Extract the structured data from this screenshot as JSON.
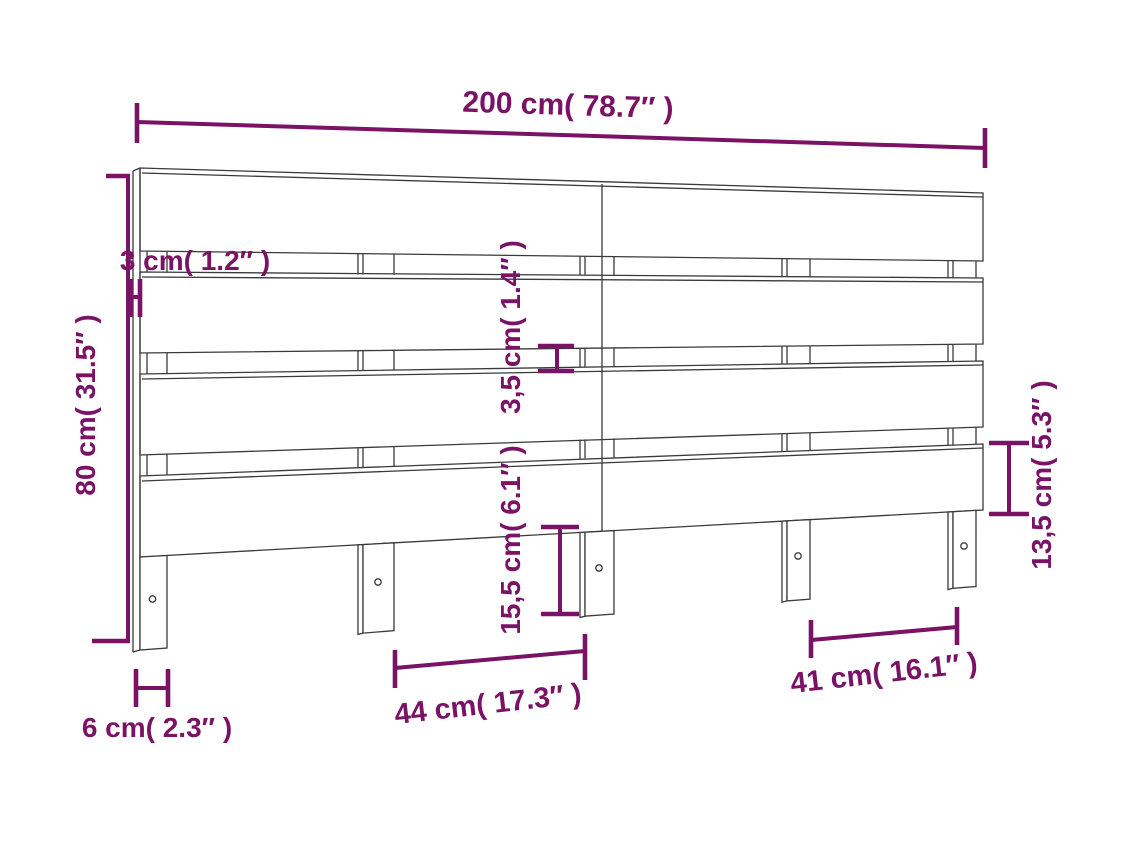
{
  "meta": {
    "type": "product-dimension-diagram",
    "subject": "two-piece slatted wooden bed headboard, front three-quarter view"
  },
  "colors": {
    "accent": "#7a1265",
    "line": "#3a3a3a",
    "background": "#ffffff"
  },
  "labels": {
    "total_width": "200 cm( 78.7″ )",
    "total_height": "80 cm( 31.5″ )",
    "board_thickness": "3 cm( 1.2″ )",
    "slat_gap": "3,5 cm( 1.4″ )",
    "leg_below_length": "15,5 cm( 6.1″ )",
    "slat_height": "13,5 cm( 5.3″ )",
    "leg_width": "6 cm( 2.3″ )",
    "leg_spacing_left": "44 cm( 17.3″ )",
    "leg_spacing_right": "41 cm( 16.1″ )"
  }
}
